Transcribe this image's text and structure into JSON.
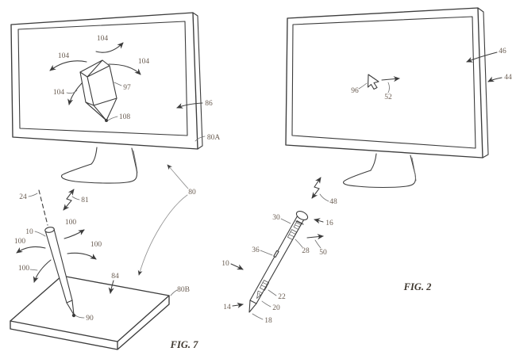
{
  "fig7": {
    "caption": "FIG. 7",
    "refs": {
      "n104a": "104",
      "n104b": "104",
      "n104c": "104",
      "n104d": "104",
      "n97": "97",
      "n108": "108",
      "n86": "86",
      "n80A": "80A",
      "n80": "80",
      "n24": "24",
      "n81": "81",
      "n10": "10",
      "n100a": "100",
      "n100b": "100",
      "n100c": "100",
      "n100d": "100",
      "n84": "84",
      "n80B": "80B",
      "n90": "90"
    }
  },
  "fig2": {
    "caption": "FIG. 2",
    "refs": {
      "n46": "46",
      "n44": "44",
      "n96": "96",
      "n52": "52",
      "n48": "48",
      "n30": "30",
      "n16": "16",
      "n36": "36",
      "n28": "28",
      "n50": "50",
      "n10": "10",
      "n22": "22",
      "n20": "20",
      "n14": "14",
      "n18": "18"
    }
  },
  "colors": {
    "background": "#ffffff",
    "line": "#3c3c3c",
    "label": "#6a5d52",
    "figure_label": "#3e372e",
    "leader": "#6f6f6f",
    "system_leader": "#929292"
  }
}
